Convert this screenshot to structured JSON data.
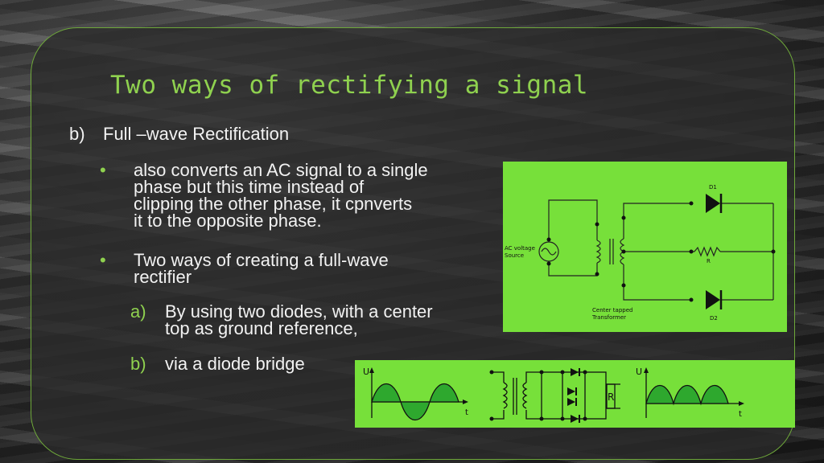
{
  "slide": {
    "title": "Two ways of rectifying a signal",
    "section": {
      "marker": "b)",
      "text": "Full –wave Rectification"
    },
    "bullets": [
      {
        "marker": "•",
        "lines": [
          "also converts an AC signal to a single",
          "phase but this time instead of",
          "clipping the other phase, it cpnverts",
          "it to the opposite phase."
        ]
      },
      {
        "marker": "•",
        "lines": [
          "Two ways of creating a full-wave",
          "rectifier"
        ]
      }
    ],
    "sub_items": [
      {
        "marker": "a)",
        "lines": [
          "By using two diodes, with a center",
          "top as ground reference,"
        ]
      },
      {
        "marker": "b)",
        "text": "via a diode bridge"
      }
    ]
  },
  "diagram1": {
    "labels": {
      "d1": "D1",
      "d2": "D2",
      "r": "R",
      "source_1": "AC voltage",
      "source_2": "Source",
      "transformer_1": "Center tapped",
      "transformer_2": "Transformer"
    }
  },
  "diagram2": {
    "labels": {
      "u_in": "U",
      "t_in": "t",
      "r": "R",
      "u_out": "U",
      "t_out": "t"
    }
  },
  "colors": {
    "accent": "#8fd14f",
    "diagram_bg": "#77e03a",
    "border": "#6ea83a"
  }
}
